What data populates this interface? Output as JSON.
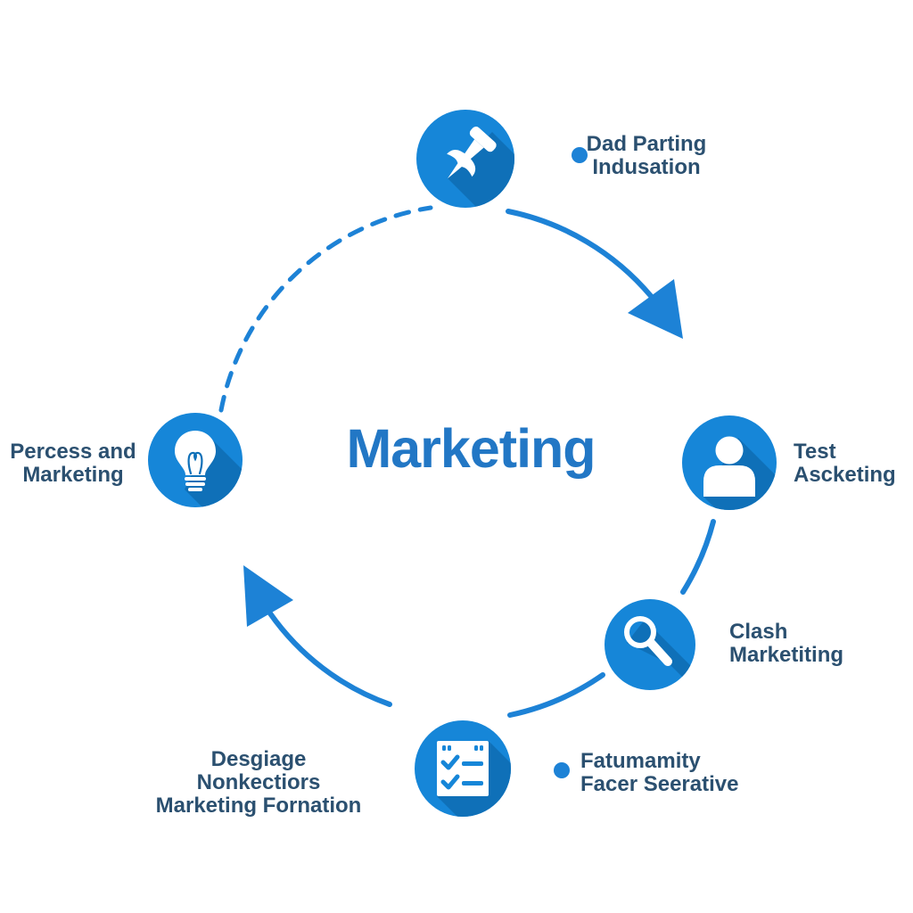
{
  "title": "Marketing",
  "colors": {
    "background": "#ffffff",
    "circle_blue": "#1686d8",
    "shadow_blue": "#0f70b8",
    "line_blue": "#1d82d6",
    "label_navy": "#2b5070",
    "title_blue": "#2277c5"
  },
  "nodes": [
    {
      "id": "pushpin",
      "icon": "pushpin-icon",
      "label": "Dad Parting\nIndusation",
      "bullet": true
    },
    {
      "id": "person",
      "icon": "person-icon",
      "label": "Test\nAscketing",
      "bullet": false
    },
    {
      "id": "magnifier",
      "icon": "magnifying-glass-icon",
      "label": "Clash\nMarketiting",
      "bullet": false
    },
    {
      "id": "checklist",
      "icon": "checklist-icon",
      "label": "Fatumamity\nFacer Seerative",
      "bullet": true
    },
    {
      "id": "lightbulb",
      "icon": "lightbulb-icon",
      "label": "Percess and\nMarketing",
      "bullet": false
    }
  ],
  "standalone_label": "Desgiage\nNonkectiors\nMarketing Fornation"
}
